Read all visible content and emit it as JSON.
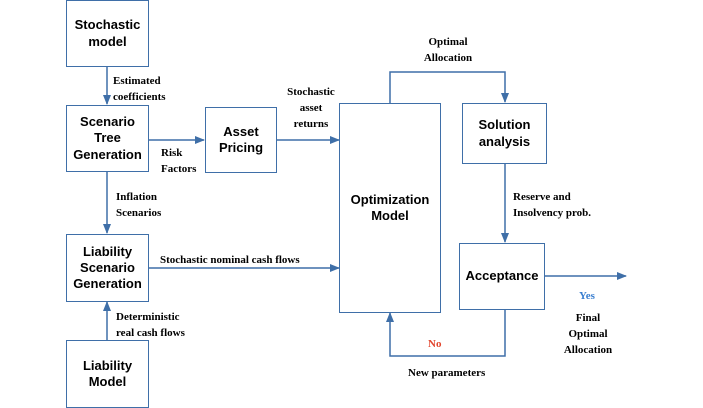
{
  "boxes": {
    "stochastic_model": "Stochastic\nmodel",
    "scenario_tree": "Scenario\nTree\nGeneration",
    "asset_pricing": "Asset\nPricing",
    "liability_scenario": "Liability\nScenario\nGeneration",
    "liability_model": "Liability\nModel",
    "optimization_model": "Optimization\nModel",
    "solution_analysis": "Solution\nanalysis",
    "acceptance": "Acceptance"
  },
  "labels": {
    "estimated_coefficients": "Estimated\ncoefficients",
    "risk_factors": "Risk\nFactors",
    "inflation_scenarios": "Inflation\nScenarios",
    "deterministic_cash_flows": "Deterministic\nreal cash flows",
    "stochastic_asset_returns": "Stochastic\nasset\nreturns",
    "stochastic_nominal_cash_flows": "Stochastic nominal cash flows",
    "optimal_allocation": "Optimal\nAllocation",
    "reserve_insolvency": "Reserve and\nInsolvency prob.",
    "new_parameters": "New parameters",
    "final_optimal_allocation": "Final\nOptimal\nAllocation",
    "no": "No",
    "yes": "Yes"
  },
  "colors": {
    "box_border": "#3f6fa8",
    "arrow": "#3f6fa8",
    "no": "#e2452d",
    "yes": "#3a7fd0"
  }
}
